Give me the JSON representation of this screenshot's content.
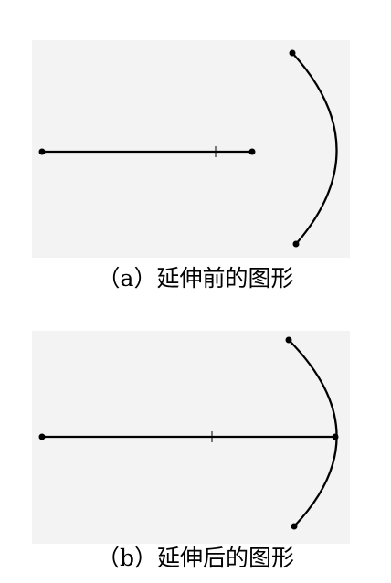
{
  "figures": [
    {
      "id": "a",
      "caption": "（a）延伸前的图形",
      "state": "before-extend",
      "line_meets_arc": false
    },
    {
      "id": "b",
      "caption": "（b）延伸后的图形",
      "state": "after-extend",
      "line_meets_arc": true
    }
  ],
  "colors": {
    "stroke": "#000000",
    "panel_background": "#f3f3f3",
    "page_background": "#ffffff"
  }
}
